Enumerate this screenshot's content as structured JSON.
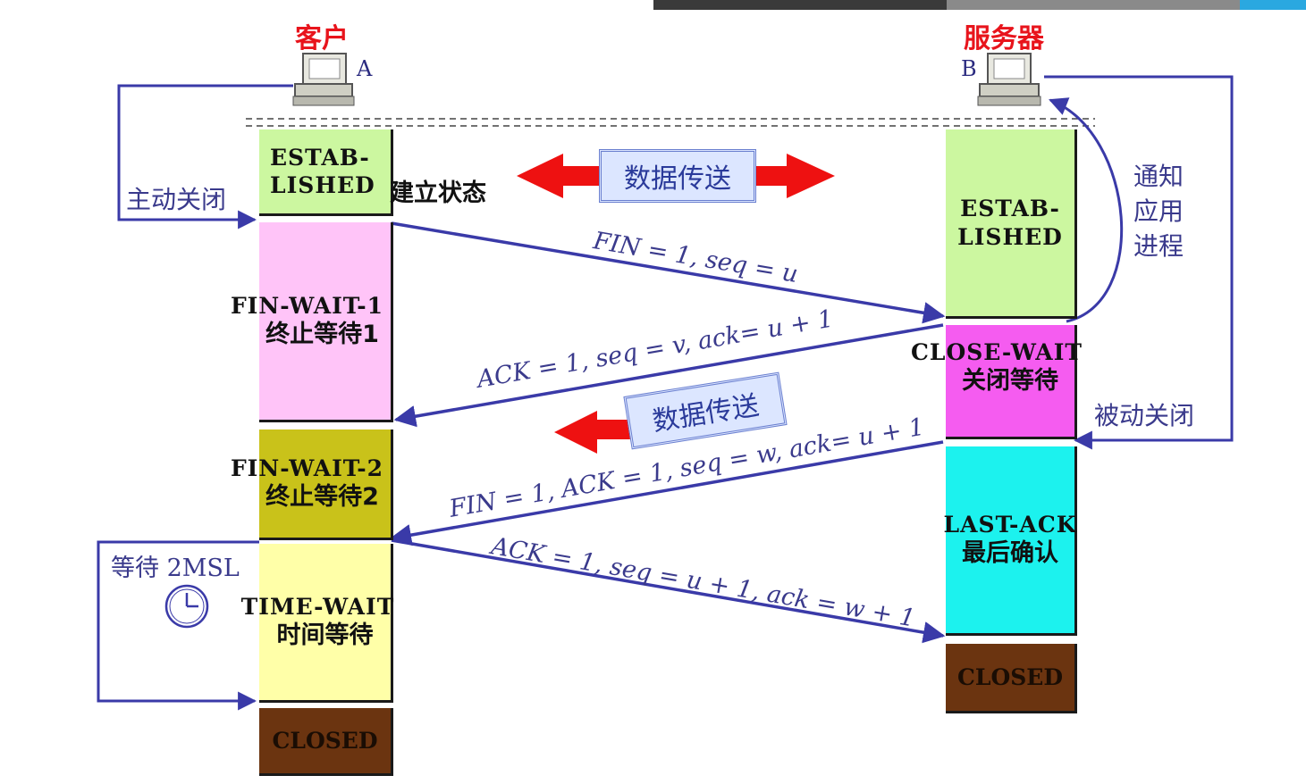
{
  "colors": {
    "established": "#ccf7a0",
    "fin_wait_1": "#ffc4f8",
    "fin_wait_2": "#c9c21a",
    "time_wait": "#ffffa8",
    "closed": "#6b3410",
    "close_wait": "#f55cf0",
    "last_ack": "#1cf2ee",
    "arrow_blue": "#3a3aa8",
    "red_arrow": "#ee1111"
  },
  "client": {
    "title": "客户",
    "letter": "A",
    "active_close": "主动关闭",
    "wait_2msl": "等待 2MSL",
    "states": {
      "established_en_1": "ESTAB-",
      "established_en_2": "LISHED",
      "established_zh": "建立状态",
      "fin_wait_1_en": "FIN-WAIT-1",
      "fin_wait_1_zh": "终止等待1",
      "fin_wait_2_en": "FIN-WAIT-2",
      "fin_wait_2_zh": "终止等待2",
      "time_wait_en": "TIME-WAIT",
      "time_wait_zh": "时间等待",
      "closed": "CLOSED"
    }
  },
  "server": {
    "title": "服务器",
    "letter": "B",
    "notify_app": [
      "通知",
      "应用",
      "进程"
    ],
    "passive_close": "被动关闭",
    "states": {
      "established_en_1": "ESTAB-",
      "established_en_2": "LISHED",
      "close_wait_en": "CLOSE-WAIT",
      "close_wait_zh": "关闭等待",
      "last_ack_en": "LAST-ACK",
      "last_ack_zh": "最后确认",
      "closed": "CLOSED"
    }
  },
  "data_transfer": "数据传送",
  "messages": {
    "fin1": "FIN = 1, seq = u",
    "ack1": "ACK = 1, seq = v, ack= u + 1",
    "fin2": "FIN = 1, ACK = 1, seq = w, ack= u + 1",
    "ack2": "ACK = 1, seq = u + 1, ack = w + 1"
  }
}
